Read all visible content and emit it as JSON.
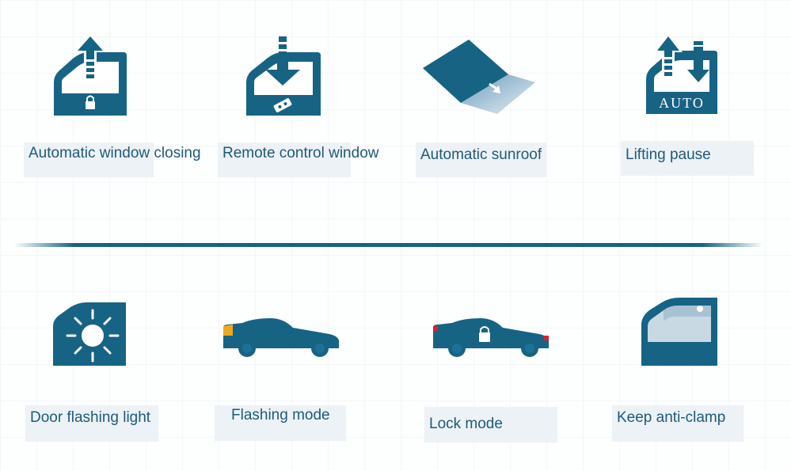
{
  "colors": {
    "icon_blue": "#176384",
    "label_text": "#1f5a7a",
    "label_bg": "#edf2f6",
    "accent_orange": "#f2a81d",
    "accent_red": "#e0202a"
  },
  "features_top": [
    {
      "label": "Automatic window closing",
      "icon": "window-up-lock-icon"
    },
    {
      "label": "Remote control window",
      "icon": "window-down-remote-icon"
    },
    {
      "label": "Automatic sunroof",
      "icon": "sunroof-icon"
    },
    {
      "label": "Lifting pause",
      "icon": "window-auto-icon",
      "badge": "AUTO"
    }
  ],
  "features_bottom": [
    {
      "label": "Door flashing light",
      "icon": "door-light-icon"
    },
    {
      "label": "Flashing mode",
      "icon": "car-flash-icon"
    },
    {
      "label": "Lock mode",
      "icon": "car-lock-icon"
    },
    {
      "label": "Keep anti-clamp",
      "icon": "anti-clamp-door-icon"
    }
  ]
}
